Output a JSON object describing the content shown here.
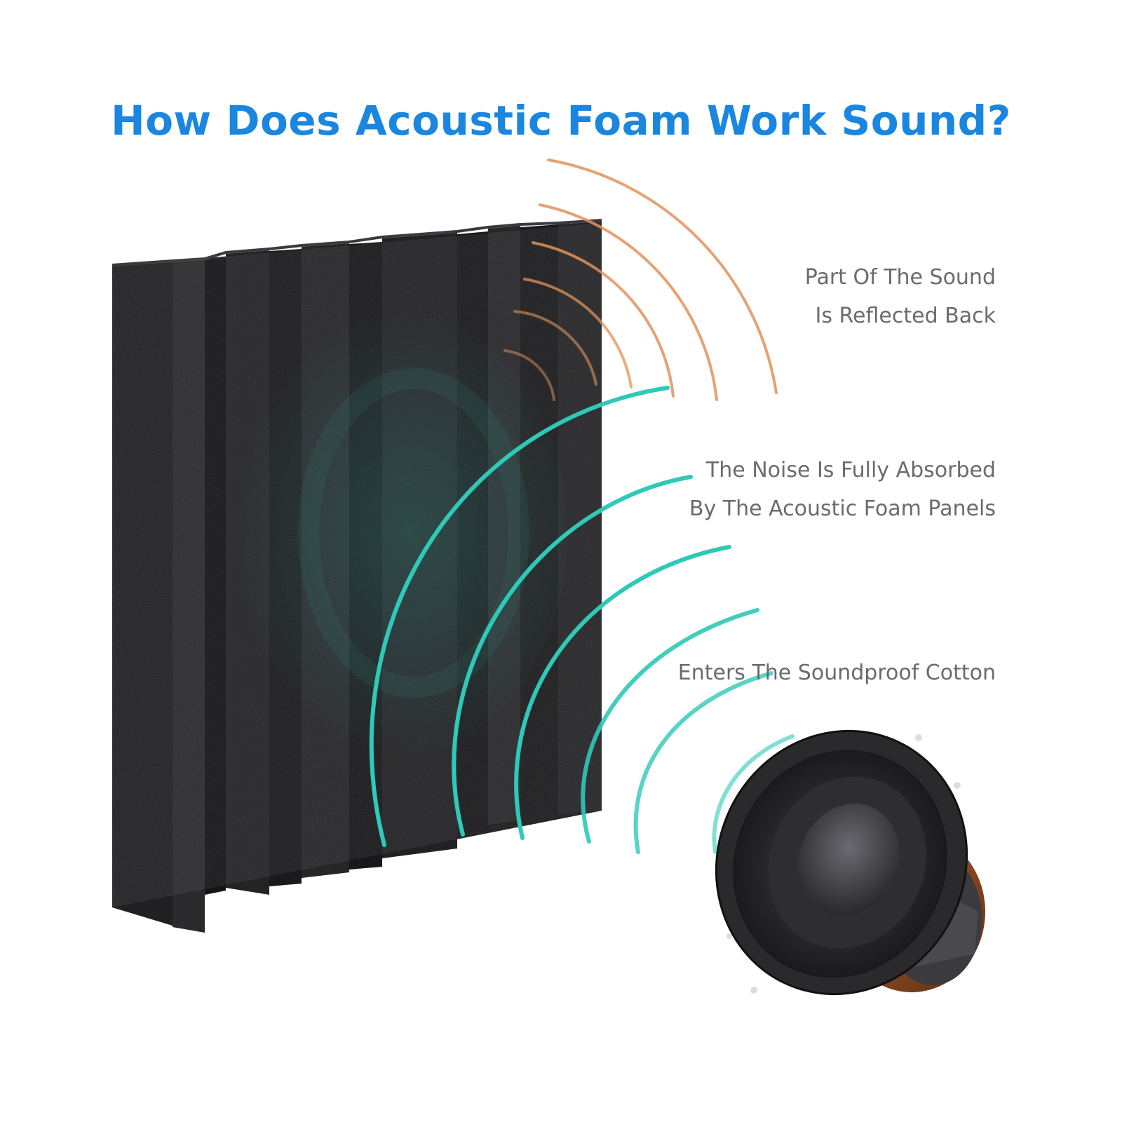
{
  "title": "How Does Acoustic Foam Work Sound?",
  "colors": {
    "title": "#1a86e0",
    "reflected_wave": "#e0925a",
    "absorbed_wave": "#2ec9b7",
    "foam": "#1c1c1e",
    "label_text": "#6b6b6b"
  },
  "labels": {
    "reflected": [
      "Part Of The Sound",
      "Is Reflected Back"
    ],
    "absorbed": [
      "The Noise Is Fully Absorbed",
      "By The Acoustic Foam Panels"
    ],
    "enters": "Enters The Soundproof Cotton"
  },
  "illustration": {
    "panel": "acoustic-foam-panel",
    "source": "speaker-icon"
  }
}
